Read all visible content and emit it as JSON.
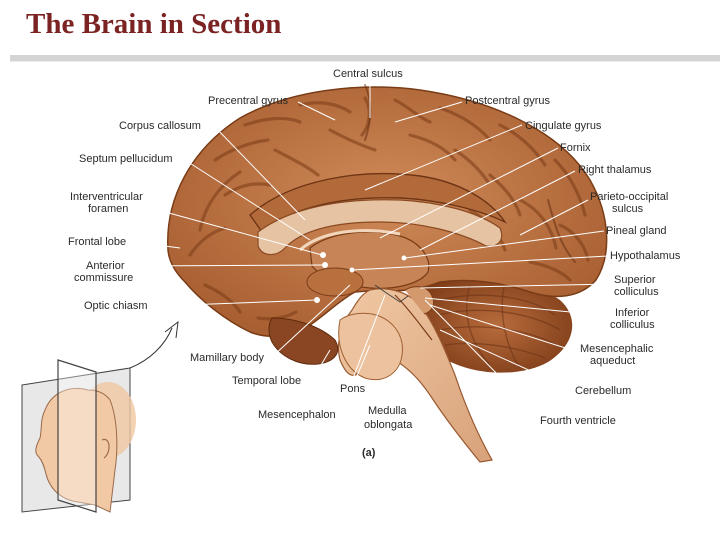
{
  "title": "The Brain in Section",
  "figure_label": "(a)",
  "labels": {
    "central_sulcus": "Central sulcus",
    "precentral_gyrus": "Precentral gyrus",
    "postcentral_gyrus": "Postcentral gyrus",
    "corpus_callosum": "Corpus callosum",
    "cingulate_gyrus": "Cingulate gyrus",
    "fornix": "Fornix",
    "septum_pellucidum": "Septum pellucidum",
    "right_thalamus": "Right thalamus",
    "interventricular_1": "Interventricular",
    "interventricular_2": "foramen",
    "parieto_occipital_1": "Parieto-occipital",
    "parieto_occipital_2": "sulcus",
    "frontal_lobe": "Frontal lobe",
    "pineal_gland": "Pineal gland",
    "hypothalamus": "Hypothalamus",
    "anterior_1": "Anterior",
    "anterior_2": "commissure",
    "superior_1": "Superior",
    "superior_2": "colliculus",
    "optic_chiasm": "Optic chiasm",
    "inferior_1": "Inferior",
    "inferior_2": "colliculus",
    "mesencephalic_1": "Mesencephalic",
    "mesencephalic_2": "aqueduct",
    "mamillary_body": "Mamillary body",
    "temporal_lobe": "Temporal lobe",
    "pons": "Pons",
    "cerebellum": "Cerebellum",
    "mesencephalon": "Mesencephalon",
    "medulla_1": "Medulla",
    "medulla_2": "oblongata",
    "fourth_ventricle": "Fourth ventricle"
  },
  "colors": {
    "title": "#7b2323",
    "brain_tissue": "#c07a4c",
    "brain_dark": "#8a4a22",
    "brainstem": "#e4b48c",
    "skin": "#f2c9a5",
    "label_text": "#2a2a2a"
  }
}
